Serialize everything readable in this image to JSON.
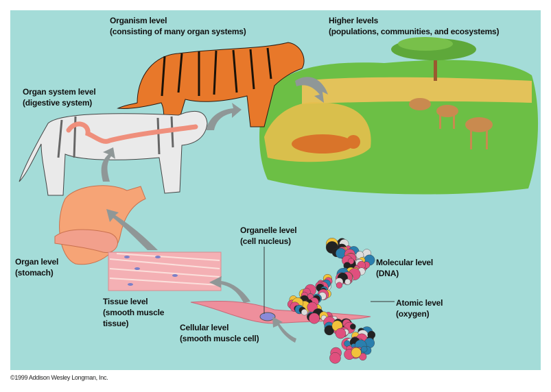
{
  "labels": {
    "organism": {
      "title": "Organism level",
      "detail": "(consisting of many organ systems)"
    },
    "higher": {
      "title": "Higher levels",
      "detail": "(populations, communities, and ecosystems)"
    },
    "organ_system": {
      "title": "Organ system level",
      "detail": "(digestive system)"
    },
    "organ": {
      "title": "Organ level",
      "detail": "(stomach)"
    },
    "tissue": {
      "title": "Tissue level",
      "detail1": "(smooth muscle",
      "detail2": "tissue)"
    },
    "organelle": {
      "title": "Organelle level",
      "detail": "(cell nucleus)"
    },
    "molecular": {
      "title": "Molecular level",
      "detail": "(DNA)"
    },
    "atomic": {
      "title": "Atomic level",
      "detail": "(oxygen)"
    },
    "cellular": {
      "title": "Cellular level",
      "detail": "(smooth muscle cell)"
    }
  },
  "copyright": "©1999 Addison Wesley Longman, Inc.",
  "colors": {
    "background": "#a4dcd8",
    "arrow": "#8f9797",
    "tiger": "#e8782a",
    "grass": "#6cbf45",
    "tissue": "#f2a0a8",
    "dna_pink": "#e0507e",
    "dna_blue": "#2a7fae"
  }
}
